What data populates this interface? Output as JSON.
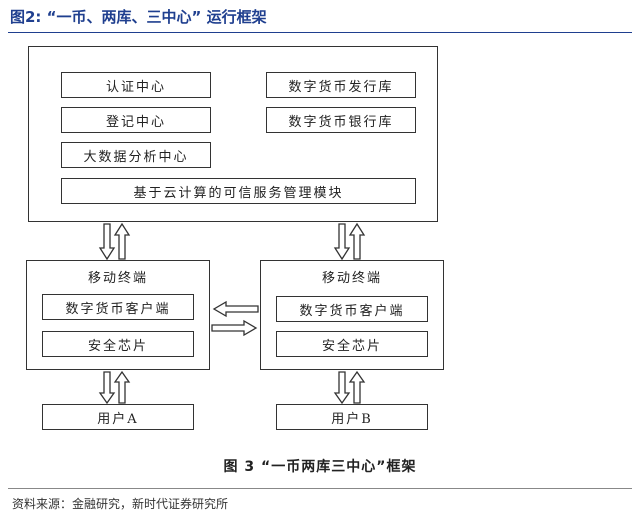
{
  "header": {
    "figure_label": "图2:   “一币、两库、三中心” 运行框架"
  },
  "top_box": {
    "left_items": [
      "认证中心",
      "登记中心",
      "大数据分析中心"
    ],
    "right_items": [
      "数字货币发行库",
      "数字货币银行库"
    ],
    "bottom_bar": "基于云计算的可信服务管理模块"
  },
  "terminal_left": {
    "title": "移动终端",
    "client": "数字货币客户端",
    "chip": "安全芯片",
    "user": "用户A"
  },
  "terminal_right": {
    "title": "移动终端",
    "client": "数字货币客户端",
    "chip": "安全芯片",
    "user": "用户B"
  },
  "caption": "图 3  “一币两库三中心”框架",
  "source": "资料来源：金融研究，新时代证券研究所"
}
